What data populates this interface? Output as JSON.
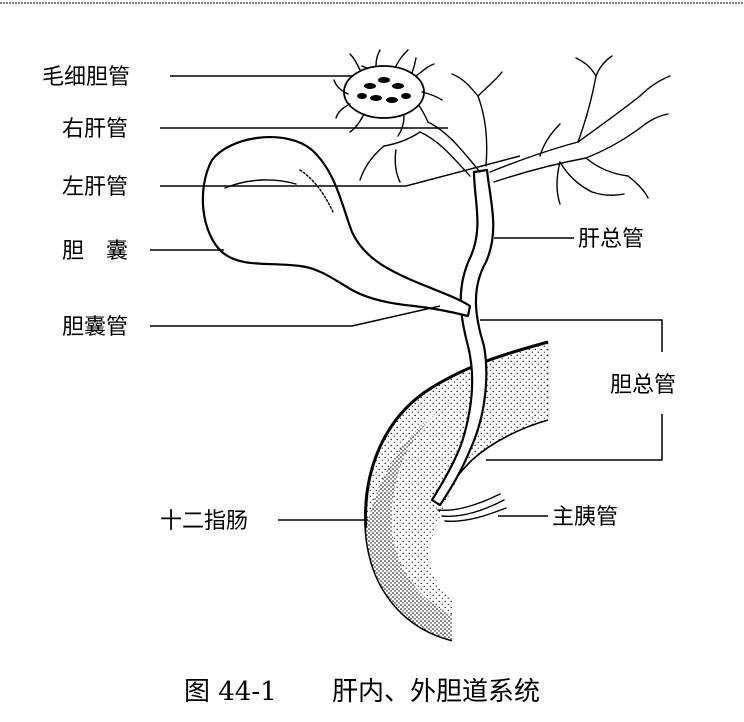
{
  "labels": {
    "capillary": "毛细胆管",
    "right_hepatic": "右肝管",
    "left_hepatic": "左肝管",
    "gallbladder": "胆　囊",
    "cystic_duct": "胆囊管",
    "duodenum": "十二指肠",
    "common_hepatic": "肝总管",
    "common_bile": "胆总管",
    "pancreatic": "主胰管"
  },
  "caption": {
    "number": "图 44-1",
    "title": "肝内、外胆道系统"
  },
  "colors": {
    "ink": "#000000",
    "background": "#ffffff"
  }
}
